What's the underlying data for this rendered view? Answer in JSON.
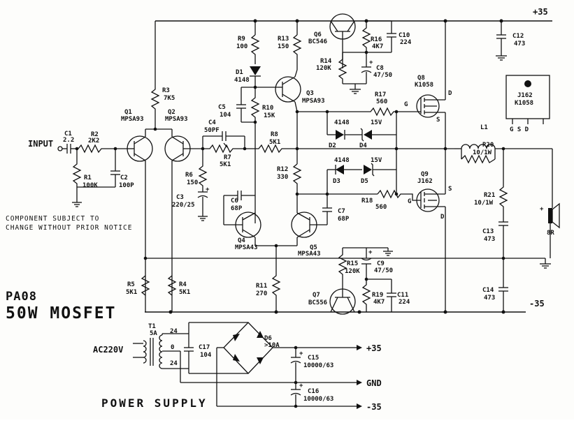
{
  "title": {
    "code": "PA08",
    "name": "50W MOSFET"
  },
  "note": {
    "line1": "COMPONENT SUBJECT TO",
    "line2": "CHANGE WITHOUT PRIOR NOTICE"
  },
  "section": {
    "power_supply": "POWER SUPPLY"
  },
  "rails": {
    "pos": "+35",
    "neg": "-35",
    "gnd": "GND",
    "ps_pos": "+35",
    "ps_neg": "-35"
  },
  "input": {
    "label": "INPUT"
  },
  "ac": {
    "label": "AC220V"
  },
  "pinout": {
    "name1": "J162",
    "name2": "K1058",
    "pins": "G S D"
  },
  "components": {
    "c1": {
      "ref": "C1",
      "val": "2.2"
    },
    "r2": {
      "ref": "R2",
      "val": "2K2"
    },
    "r1": {
      "ref": "R1",
      "val": "100K"
    },
    "c2": {
      "ref": "C2",
      "val": "100P"
    },
    "q1": {
      "ref": "Q1",
      "val": "MPSA93"
    },
    "q2": {
      "ref": "Q2",
      "val": "MPSA93"
    },
    "r3": {
      "ref": "R3",
      "val": "7K5"
    },
    "r9": {
      "ref": "R9",
      "val": "100"
    },
    "r13": {
      "ref": "R13",
      "val": "150"
    },
    "d1": {
      "ref": "D1",
      "val": "4148"
    },
    "c5": {
      "ref": "C5",
      "val": "104"
    },
    "r10": {
      "ref": "R10",
      "val": "15K"
    },
    "q3": {
      "ref": "Q3",
      "val": "MPSA93"
    },
    "q6": {
      "ref": "Q6",
      "val": "BC546"
    },
    "r16": {
      "ref": "R16",
      "val": "4K7"
    },
    "c10": {
      "ref": "C10",
      "val": "224"
    },
    "r14": {
      "ref": "R14",
      "val": "120K"
    },
    "c8": {
      "ref": "C8",
      "val": "47/50"
    },
    "c12": {
      "ref": "C12",
      "val": "473"
    },
    "q8": {
      "ref": "Q8",
      "val": "K1058"
    },
    "r17": {
      "ref": "R17",
      "val": "560"
    },
    "c4": {
      "ref": "C4",
      "val": "50PF"
    },
    "r7": {
      "ref": "R7",
      "val": "5K1"
    },
    "r8": {
      "ref": "R8",
      "val": "5K1"
    },
    "d2": {
      "ref": "D2",
      "val": "4148"
    },
    "d4": {
      "ref": "D4",
      "val": "15V"
    },
    "l1": {
      "ref": "L1",
      "val": ""
    },
    "r20": {
      "ref": "R20",
      "val": "10/1W"
    },
    "r6": {
      "ref": "R6",
      "val": "150"
    },
    "c3": {
      "ref": "C3",
      "val": "220/25"
    },
    "r12": {
      "ref": "R12",
      "val": "330"
    },
    "d3": {
      "ref": "D3",
      "val": "4148"
    },
    "d5": {
      "ref": "D5",
      "val": "15V"
    },
    "q9": {
      "ref": "Q9",
      "val": "J162"
    },
    "r18": {
      "ref": "R18",
      "val": "560"
    },
    "r21": {
      "ref": "R21",
      "val": "10/1W"
    },
    "c6": {
      "ref": "C6",
      "val": "68P"
    },
    "c7": {
      "ref": "C7",
      "val": "68P"
    },
    "q4": {
      "ref": "Q4",
      "val": "MPSA43"
    },
    "q5": {
      "ref": "Q5",
      "val": "MPSA43"
    },
    "c13": {
      "ref": "C13",
      "val": "473"
    },
    "spk": {
      "ref": "8R",
      "val": ""
    },
    "r5": {
      "ref": "R5",
      "val": "5K1"
    },
    "r4": {
      "ref": "R4",
      "val": "5K1"
    },
    "r11": {
      "ref": "R11",
      "val": "270"
    },
    "r15": {
      "ref": "R15",
      "val": "120K"
    },
    "c9": {
      "ref": "C9",
      "val": "47/50"
    },
    "q7": {
      "ref": "Q7",
      "val": "BC556"
    },
    "r19": {
      "ref": "R19",
      "val": "4K7"
    },
    "c11": {
      "ref": "C11",
      "val": "224"
    },
    "c14": {
      "ref": "C14",
      "val": "473"
    },
    "t1": {
      "ref": "T1",
      "val": "5A"
    },
    "c17": {
      "ref": "C17",
      "val": "104"
    },
    "d6": {
      "ref": "D6",
      "val": ">10A"
    },
    "c15": {
      "ref": "C15",
      "val": "10000/63"
    },
    "c16": {
      "ref": "C16",
      "val": "10000/63"
    }
  },
  "transformer_taps": {
    "top": "24",
    "mid": "0",
    "bot": "24"
  },
  "fet_pins": {
    "g": "G",
    "d": "D",
    "s": "S"
  }
}
